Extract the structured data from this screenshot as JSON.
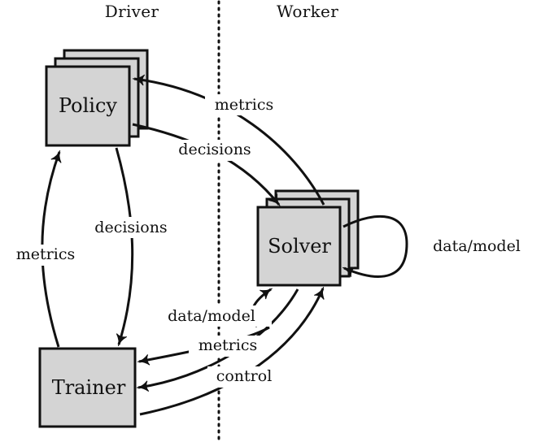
{
  "columns": {
    "driver": "Driver",
    "worker": "Worker"
  },
  "nodes": {
    "policy": "Policy",
    "solver": "Solver",
    "trainer": "Trainer"
  },
  "edges": {
    "policy_solver_metrics": "metrics",
    "policy_solver_decisions": "decisions",
    "policy_trainer_decisions": "decisions",
    "trainer_policy_metrics": "metrics",
    "solver_self_data_model": "data/model",
    "trainer_solver_data_model": "data/model",
    "solver_trainer_metrics": "metrics",
    "trainer_solver_control": "control"
  },
  "colors": {
    "box_fill": "#d4d4d4",
    "stroke": "#111111",
    "background": "#ffffff"
  }
}
